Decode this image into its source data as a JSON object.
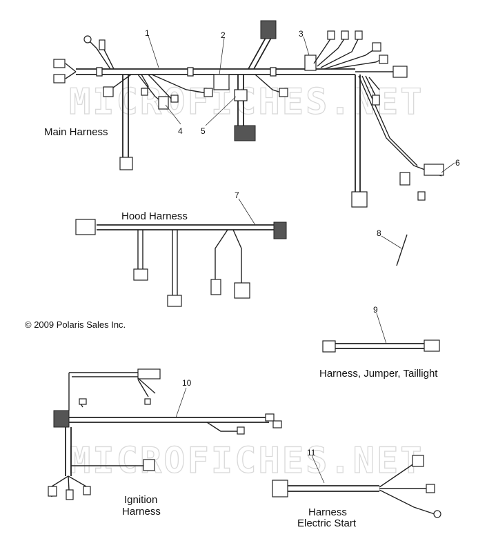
{
  "watermark": "MICROFICHES.NET",
  "copyright": "© 2009 Polaris Sales Inc.",
  "callouts": [
    "1",
    "2",
    "3",
    "4",
    "5",
    "6",
    "7",
    "8",
    "9",
    "10",
    "11"
  ],
  "labels": {
    "main_harness": "Main Harness",
    "hood_harness": "Hood Harness",
    "jumper_line1": "Harness, Jumper, Taillight",
    "ignition_line1": "Ignition",
    "ignition_line2": "Harness",
    "electric_line1": "Harness",
    "electric_line2": "Electric Start"
  }
}
